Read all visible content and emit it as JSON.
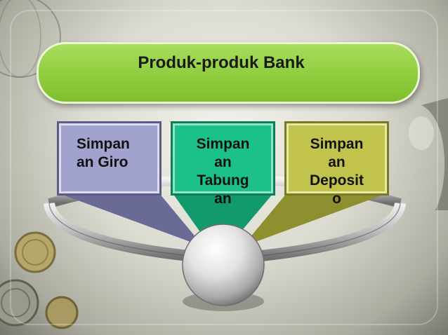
{
  "title": "Produk-produk Bank",
  "items": [
    {
      "label": "Simpan\nan Giro",
      "color": "#a2a2ce"
    },
    {
      "label": "Simpan\nan\nTabung\nan",
      "color": "#1cc08a"
    },
    {
      "label": "Simpan\nan\nDeposit\no",
      "color": "#c2c34c"
    }
  ],
  "colors": {
    "title_fill": "#8fcd3e",
    "ring": "#7a7a7a",
    "sphere": "#e6e6e6"
  }
}
